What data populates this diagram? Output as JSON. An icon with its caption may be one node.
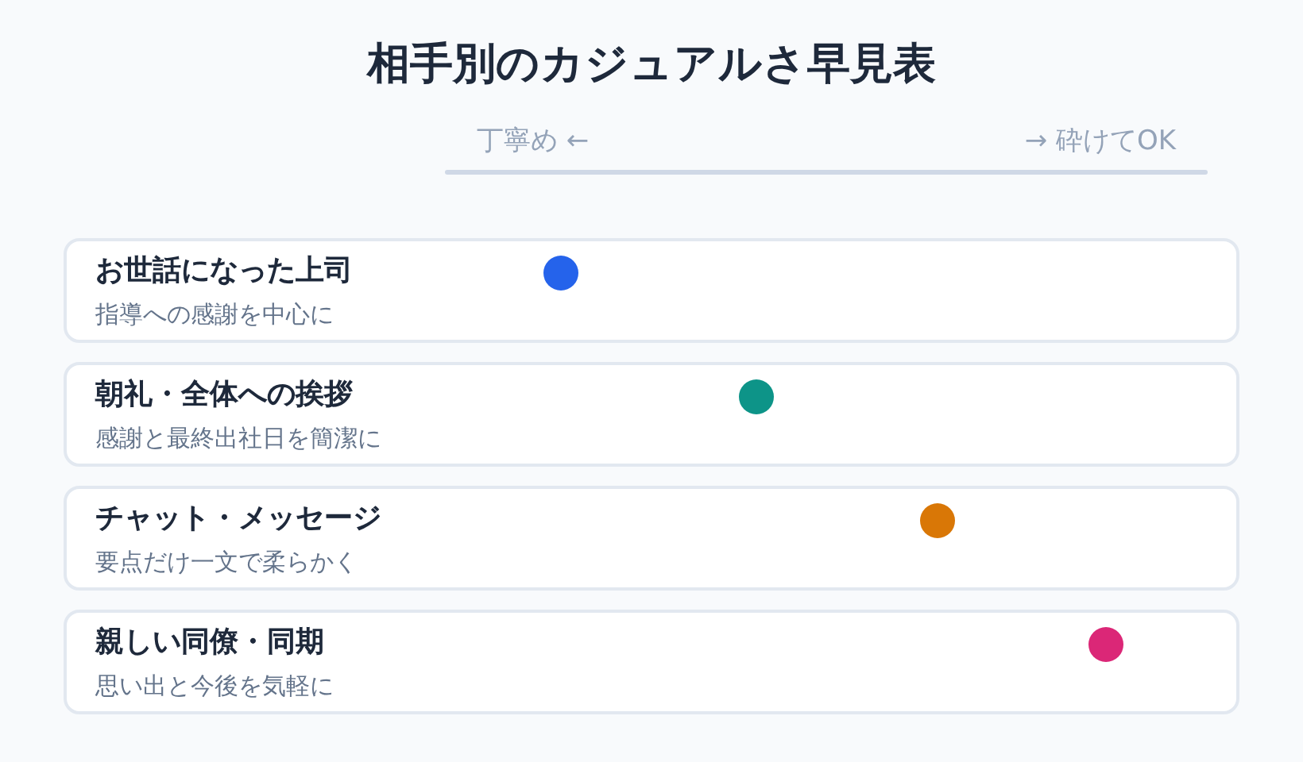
{
  "diagram": {
    "title": "相手別のカジュアルさ早見表",
    "nodes": [
      {
        "text": [
          "お世話になった上司",
          "指導への感謝を中心に"
        ]
      },
      {
        "text": [
          "朝礼・全体への挨拶",
          "感謝と最終出社日を簡潔に"
        ]
      },
      {
        "text": [
          "チャット・メッセージ",
          "要点だけ一文で柔らかく"
        ]
      },
      {
        "text": [
          "親しい同僚・同期",
          "思い出と今後を気軽に"
        ]
      }
    ],
    "edges": [],
    "labels": [
      "丁寧め ←",
      "→ 砕けてOK"
    ]
  }
}
